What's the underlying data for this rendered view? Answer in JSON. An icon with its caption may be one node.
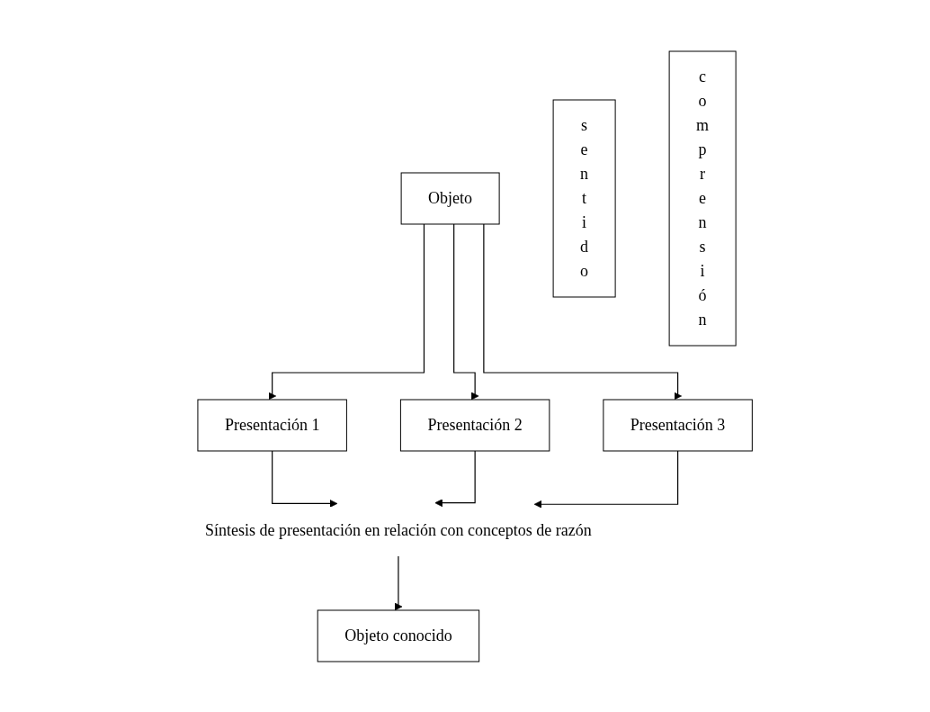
{
  "diagram": {
    "nodes": [
      {
        "text": [
          "Objeto"
        ]
      },
      {
        "text": [
          "Presentación 1"
        ]
      },
      {
        "text": [
          "Presentación 2"
        ]
      },
      {
        "text": [
          "Presentación 3"
        ]
      },
      {
        "text": [
          "Síntesis de presentación en relación con conceptos de razón"
        ]
      },
      {
        "text": [
          "Objeto conocido"
        ]
      },
      {
        "text": [
          "sentido"
        ]
      },
      {
        "text": [
          "comprensión"
        ]
      }
    ],
    "edges": [
      {
        "from": 0,
        "to": 1,
        "arrow": "to"
      },
      {
        "from": 0,
        "to": 2,
        "arrow": "to"
      },
      {
        "from": 0,
        "to": 3,
        "arrow": "to"
      },
      {
        "from": 1,
        "to": 4,
        "arrow": "to"
      },
      {
        "from": 2,
        "to": 4,
        "arrow": "to"
      },
      {
        "from": 3,
        "to": 4,
        "arrow": "to"
      },
      {
        "from": 4,
        "to": 5,
        "arrow": "to"
      }
    ]
  }
}
